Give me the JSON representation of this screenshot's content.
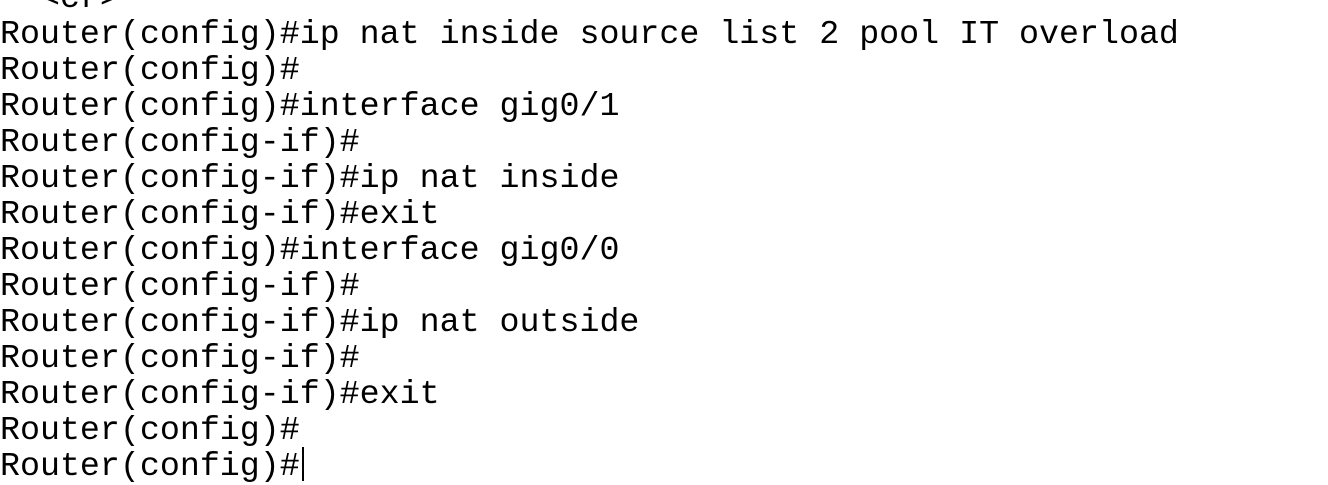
{
  "terminal": {
    "lines": [
      "  <cr>",
      "Router(config)#ip nat inside source list 2 pool IT overload",
      "Router(config)#",
      "Router(config)#interface gig0/1",
      "Router(config-if)#",
      "Router(config-if)#ip nat inside",
      "Router(config-if)#exit",
      "Router(config)#interface gig0/0",
      "Router(config-if)#",
      "Router(config-if)#ip nat outside",
      "Router(config-if)#",
      "Router(config-if)#exit",
      "Router(config)#",
      "Router(config)#"
    ]
  }
}
